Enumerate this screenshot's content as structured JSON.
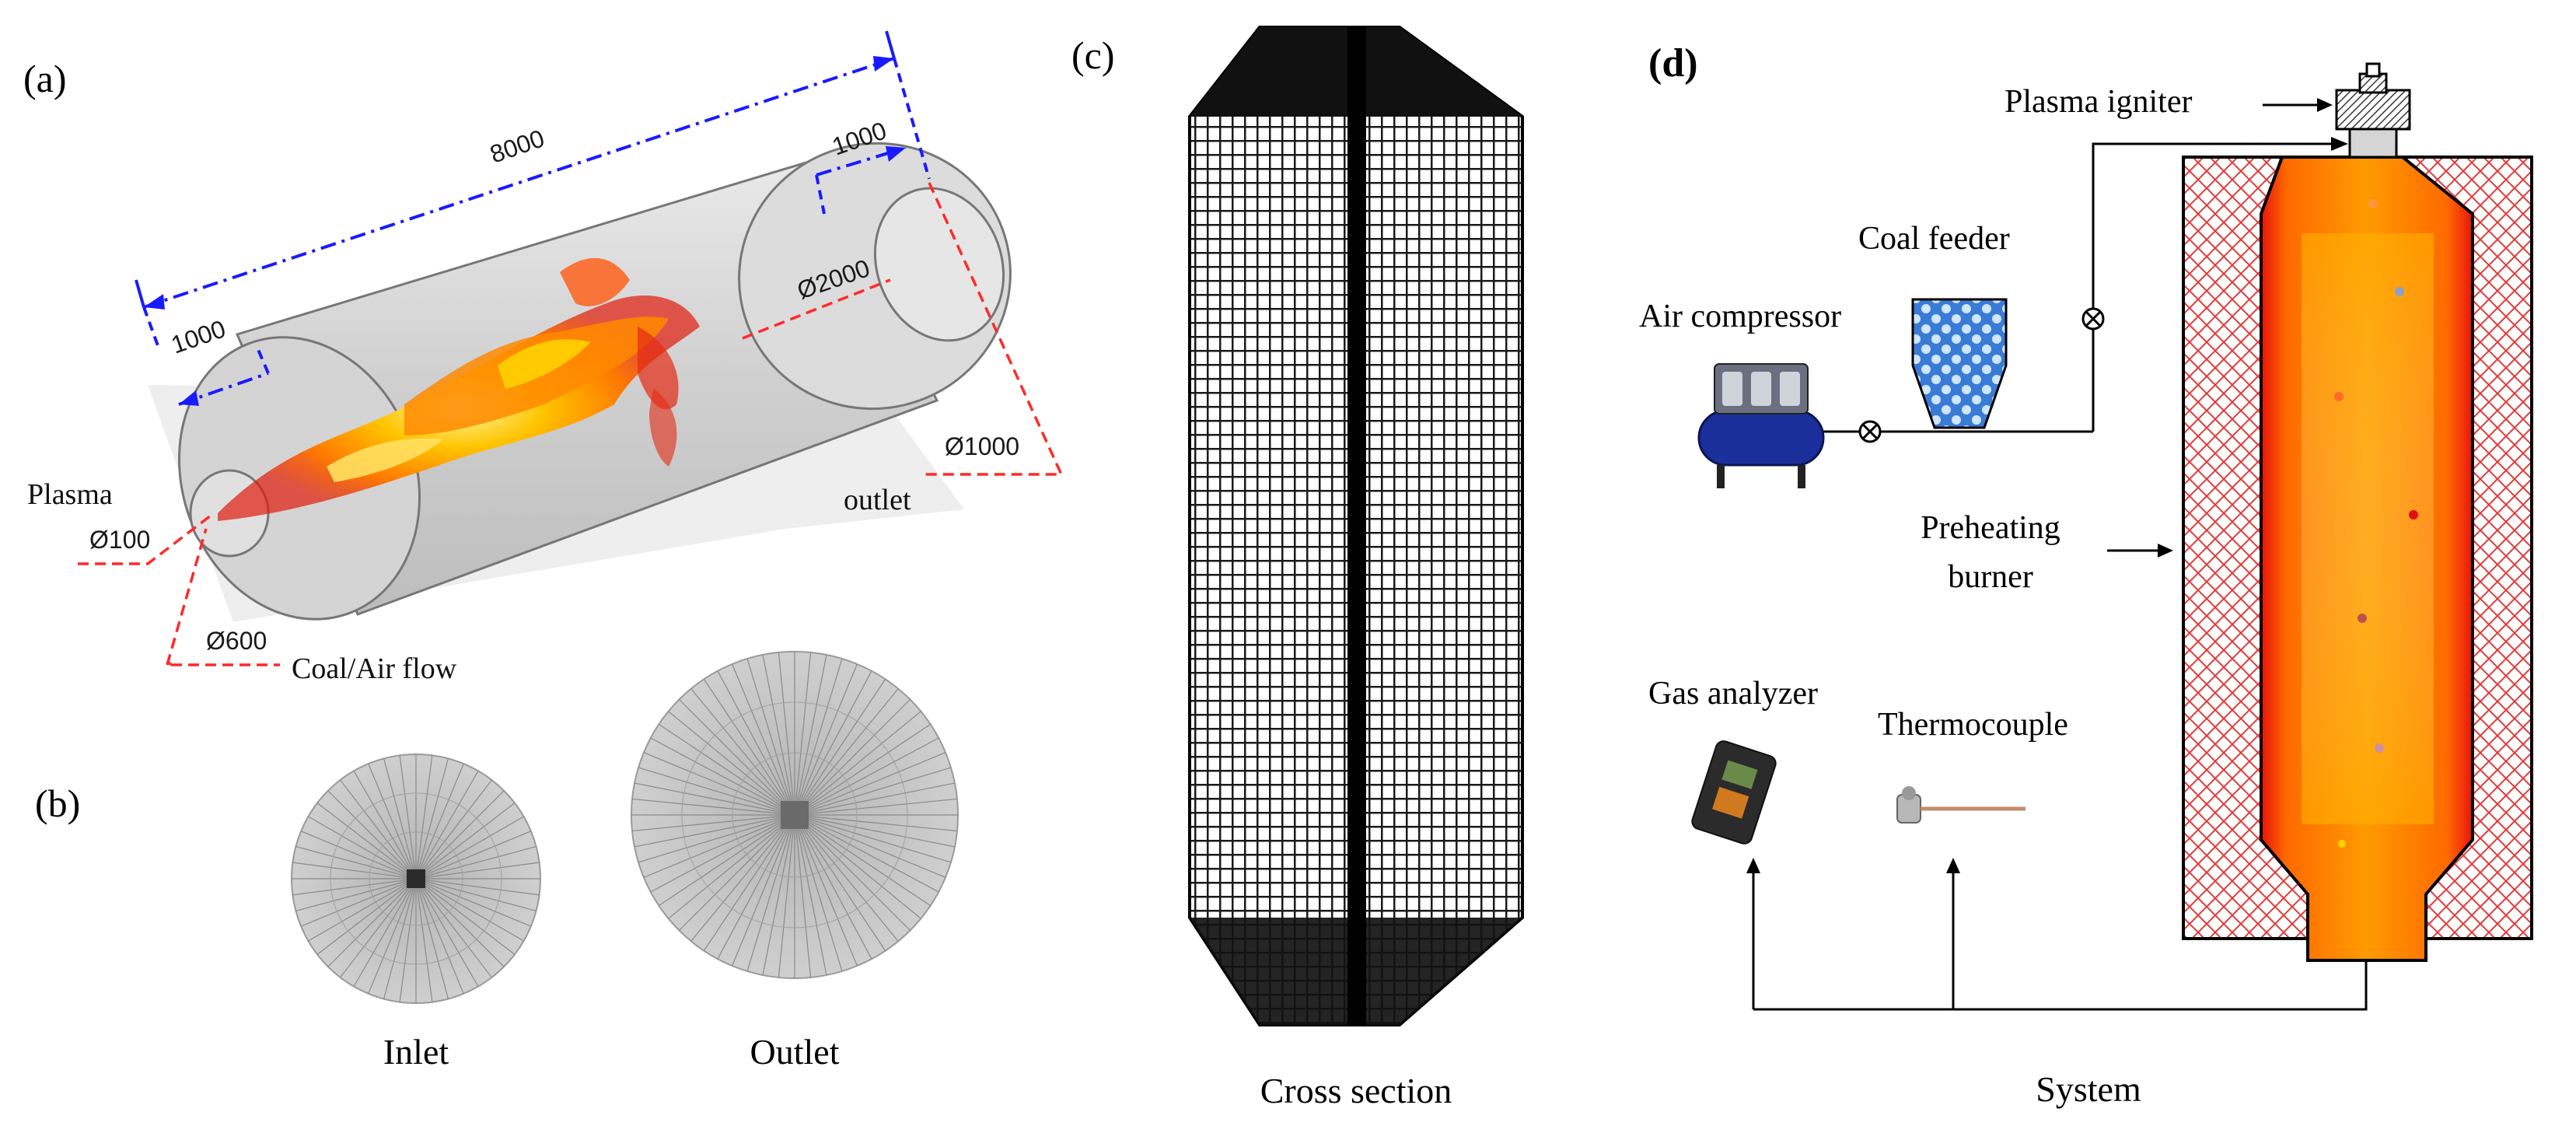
{
  "panels": {
    "a": {
      "tag": "(a)",
      "dims": {
        "total_length": "8000",
        "inlet_length": "1000",
        "outlet_length": "1000",
        "d_outlet": "Ø1000",
        "d_body": "Ø2000",
        "d_inlet": "Ø600",
        "d_plasma": "Ø100"
      },
      "labels": {
        "plasma": "Plasma",
        "outlet": "outlet",
        "coal_air": "Coal/Air flow"
      }
    },
    "b": {
      "tag": "(b)",
      "inlet": "Inlet",
      "outlet": "Outlet"
    },
    "c": {
      "tag": "(c)",
      "caption": "Cross section"
    },
    "d": {
      "tag": "(d)",
      "caption": "System",
      "labels": {
        "plasma_igniter": "Plasma igniter",
        "coal_feeder": "Coal feeder",
        "air_compressor": "Air compressor",
        "preheating_1": "Preheating",
        "preheating_2": "burner",
        "gas_analyzer": "Gas analyzer",
        "thermocouple": "Thermocouple"
      }
    }
  },
  "colors": {
    "dimension_blue": "#1a1aff",
    "dimension_red": "#ff2a2a",
    "wall_red": "#d81e1e",
    "flame_core": "#ff9a00",
    "mesh_gray": "#c8c8c8"
  }
}
